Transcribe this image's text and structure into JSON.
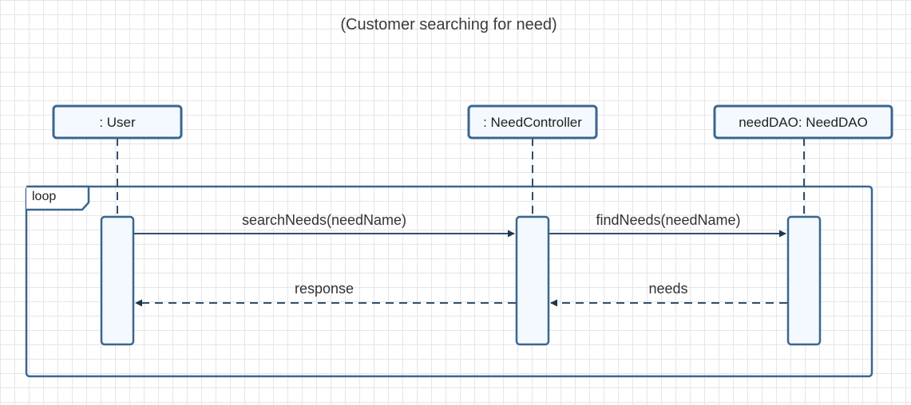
{
  "title": "(Customer searching for need)",
  "colors": {
    "stroke": "#3a6690",
    "fill": "#f4f9ff",
    "line": "#2f4f6f",
    "text": "#333333"
  },
  "lifelines": [
    {
      "label": ": User"
    },
    {
      "label": ": NeedController"
    },
    {
      "label": "needDAO: NeedDAO"
    }
  ],
  "fragment": {
    "operator": "loop"
  },
  "messages": [
    {
      "label": "searchNeeds(needName)",
      "from": 0,
      "to": 1,
      "kind": "sync"
    },
    {
      "label": "findNeeds(needName)",
      "from": 1,
      "to": 2,
      "kind": "sync"
    },
    {
      "label": "needs",
      "from": 2,
      "to": 1,
      "kind": "return"
    },
    {
      "label": "response",
      "from": 1,
      "to": 0,
      "kind": "return"
    }
  ]
}
